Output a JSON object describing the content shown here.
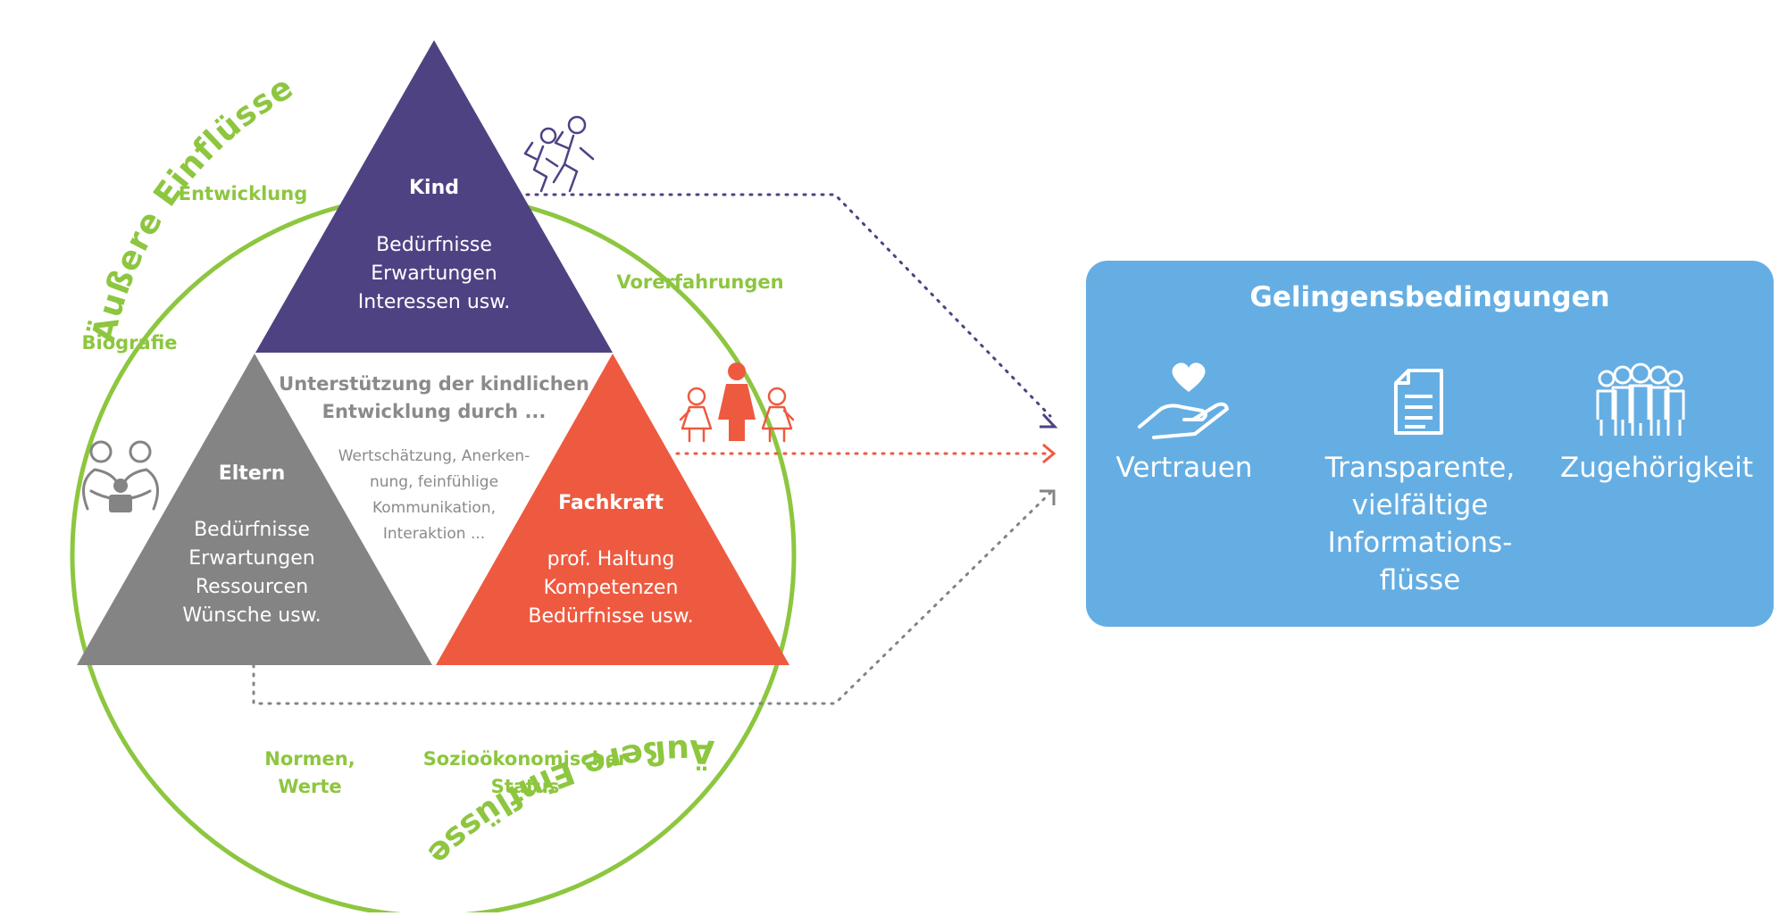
{
  "outer_ring": {
    "label_top": "Äußere Einflüsse",
    "label_bottom": "Äußere Einflüsse",
    "color": "#8dc63f"
  },
  "influences": {
    "entwicklung": "Entwicklung",
    "biografie": "Biografie",
    "vorerfahrungen": "Vorerfahrungen",
    "normen": [
      "Normen,",
      "Werte"
    ],
    "status": [
      "Sozioökonomischer",
      "Status"
    ]
  },
  "center": {
    "title": [
      "Unterstützung der kindlichen",
      "Entwicklung durch ..."
    ],
    "body": [
      "Wertschätzung, Anerken-",
      "nung, feinfühlige",
      "Kommunikation,",
      "Interaktion ..."
    ]
  },
  "kind": {
    "title": "Kind",
    "lines": [
      "Bedürfnisse",
      "Erwartungen",
      "Interessen usw."
    ],
    "color": "#4f4283",
    "icon": "running-children-icon"
  },
  "eltern": {
    "title": "Eltern",
    "lines": [
      "Bedürfnisse",
      "Erwartungen",
      "Ressourcen",
      "Wünsche usw."
    ],
    "color": "#848484",
    "icon": "parents-with-child-icon"
  },
  "fachkraft": {
    "title": "Fachkraft",
    "lines": [
      "prof. Haltung",
      "Kompetenzen",
      "Bedürfnisse usw."
    ],
    "color": "#ee5a40",
    "icon": "educator-with-children-icon"
  },
  "box": {
    "title": "Gelingensbedingungen",
    "color": "#65aee3",
    "items": [
      {
        "icon": "heart-hand-icon",
        "lines": [
          "Vertrauen"
        ]
      },
      {
        "icon": "document-icon",
        "lines": [
          "Transparente,",
          "vielfältige",
          "Informations-",
          "flüsse"
        ]
      },
      {
        "icon": "group-icon",
        "lines": [
          "Zugehörigkeit"
        ]
      }
    ]
  }
}
